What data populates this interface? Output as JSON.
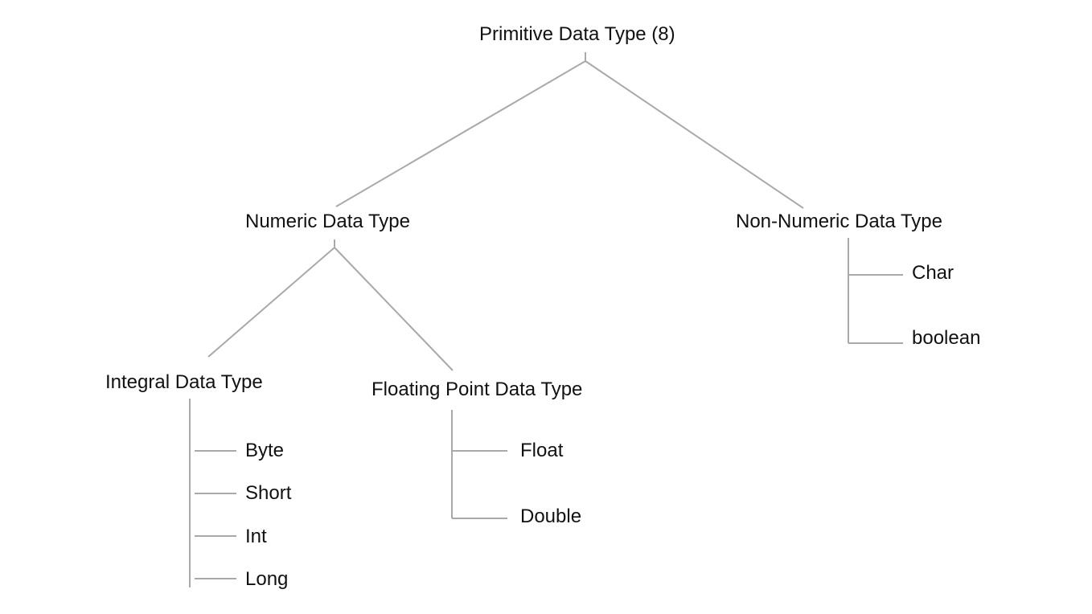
{
  "diagram": {
    "root": {
      "label": "Primitive Data Type (8)"
    },
    "numeric": {
      "label": "Numeric Data Type",
      "integral": {
        "label": "Integral Data Type",
        "items": [
          "Byte",
          "Short",
          "Int",
          "Long"
        ]
      },
      "floating": {
        "label": "Floating Point Data Type",
        "items": [
          "Float",
          "Double"
        ]
      }
    },
    "non_numeric": {
      "label": "Non-Numeric Data Type",
      "items": [
        "Char",
        "boolean"
      ]
    }
  },
  "colors": {
    "line": "#a9a9a9",
    "text": "#111111",
    "background": "#ffffff"
  }
}
